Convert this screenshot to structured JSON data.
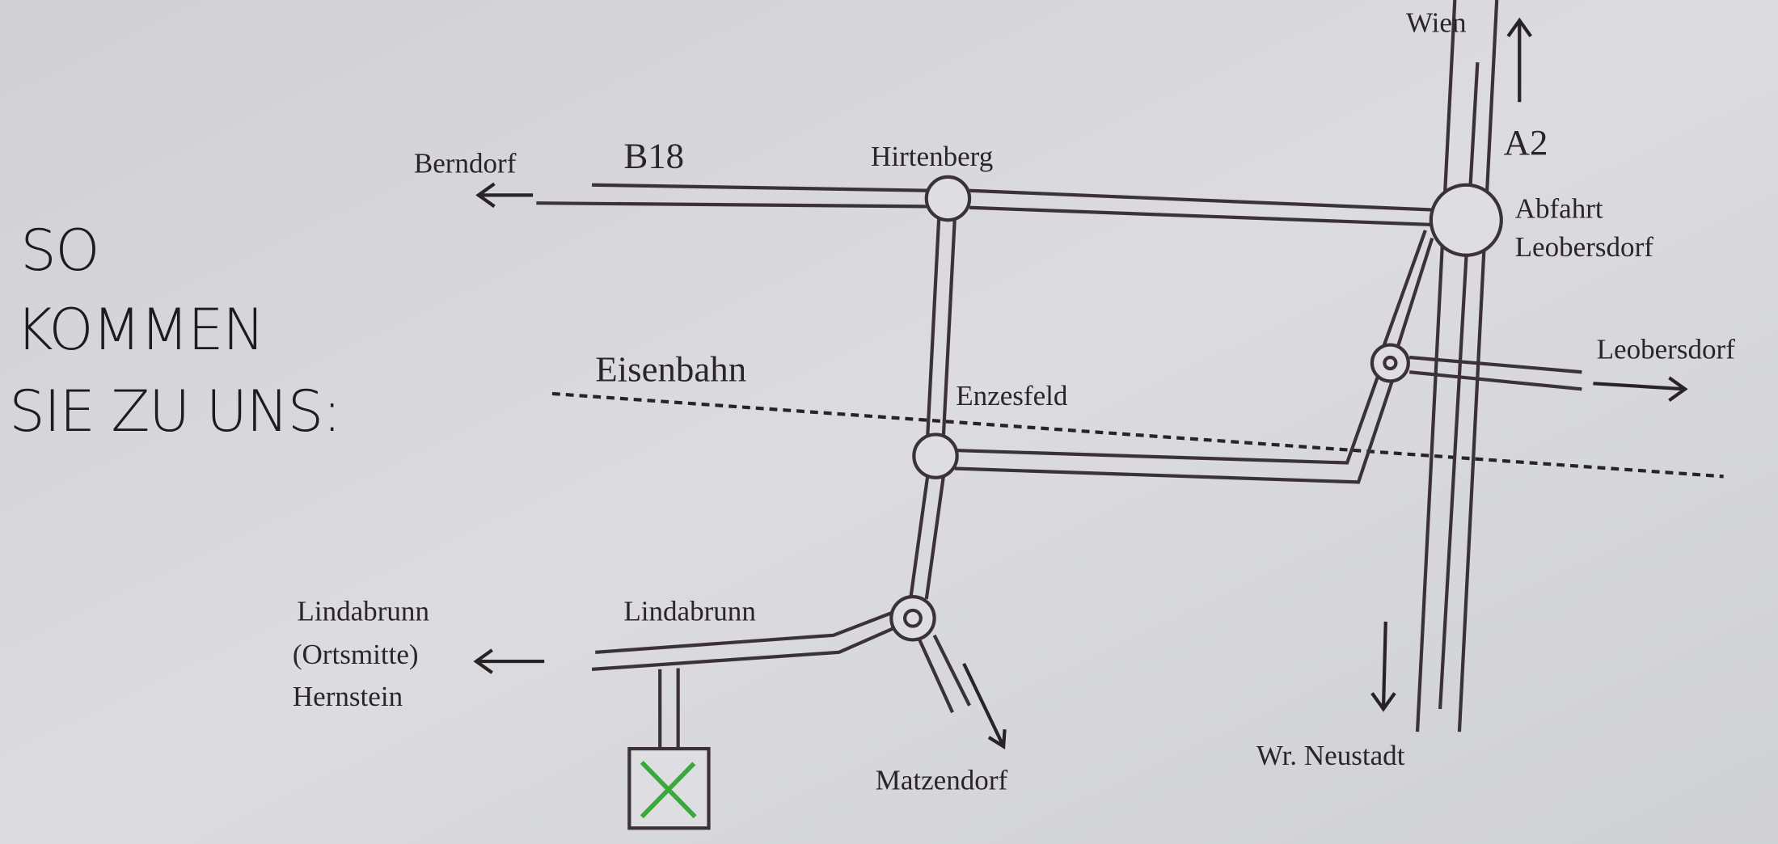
{
  "title": {
    "line1": "SO",
    "line2": "KOMMEN",
    "line3": "SIE ZU UNS:"
  },
  "labels": {
    "berndorf": "Berndorf",
    "b18": "B18",
    "hirtenberg": "Hirtenberg",
    "wien": "Wien",
    "a2": "A2",
    "abfahrt": "Abfahrt",
    "abfahrt_place": "Leobersdorf",
    "leobersdorf": "Leobersdorf",
    "eisenbahn": "Eisenbahn",
    "enzesfeld": "Enzesfeld",
    "lindabrunn_road": "Lindabrunn",
    "lindabrunn": "Lindabrunn",
    "ortsmitte": "(Ortsmitte)",
    "hernstein": "Hernstein",
    "matzendorf": "Matzendorf",
    "wr_neustadt": "Wr. Neustadt"
  },
  "colors": {
    "background": "#d6d6da",
    "ink": "#3a3236",
    "destination_marker": "#3aa83a"
  }
}
